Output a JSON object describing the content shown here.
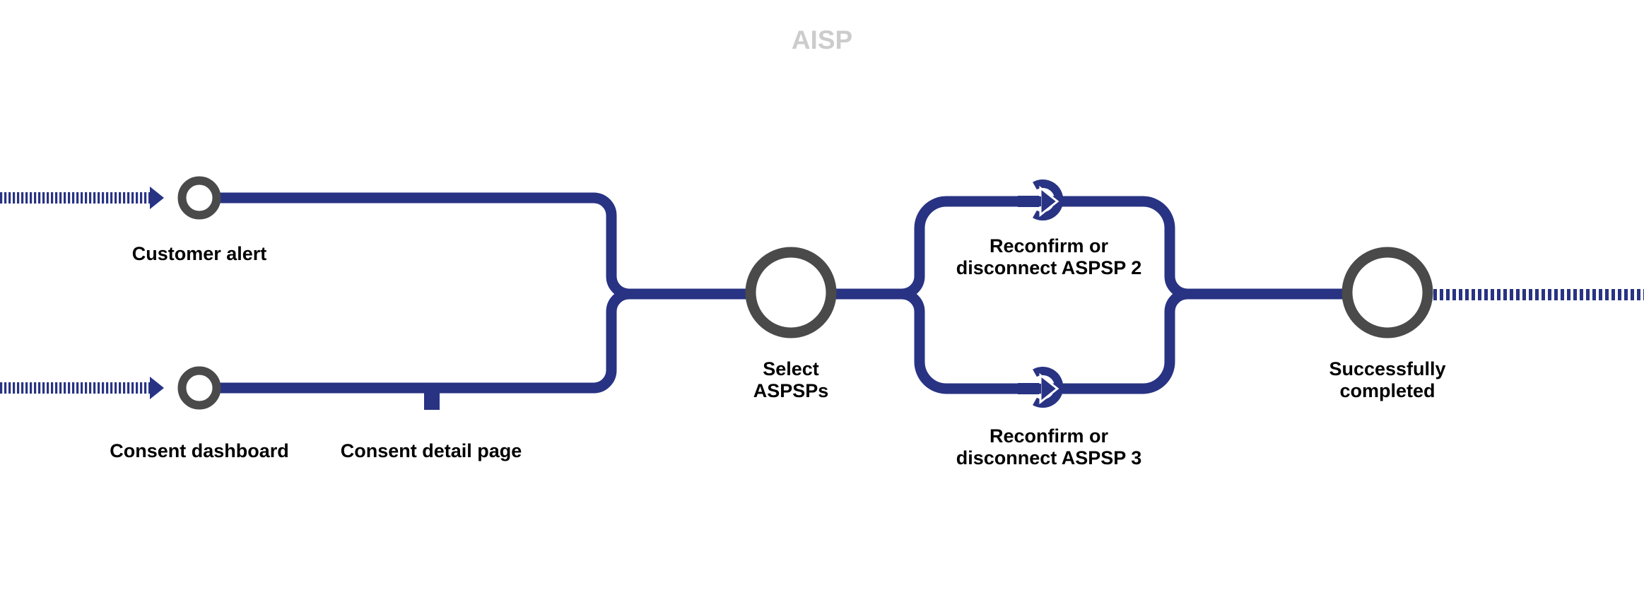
{
  "title": "AISP",
  "colors": {
    "line": "#283383",
    "station": "#4a4a4a",
    "title": "#cccccc",
    "text": "#000000"
  },
  "entry_points": [
    {
      "id": "customer-alert",
      "label": "Customer alert",
      "type": "origin-station",
      "incoming": "dashed-arrow"
    },
    {
      "id": "consent-dashboard",
      "label": "Consent dashboard",
      "type": "origin-station",
      "incoming": "dashed-arrow"
    }
  ],
  "stops": [
    {
      "id": "consent-detail-page",
      "label": "Consent detail page",
      "type": "tick-stop",
      "on": "consent-dashboard"
    }
  ],
  "stations": [
    {
      "id": "select-aspsps",
      "lines": [
        "Select",
        "ASPSPs"
      ],
      "type": "interchange-station"
    },
    {
      "id": "reconfirm-aspsp-2",
      "lines": [
        "Reconfirm or",
        "disconnect ASPSP 2"
      ],
      "type": "entry-arrow-station",
      "icon": "circle-arrow-in-icon"
    },
    {
      "id": "reconfirm-aspsp-3",
      "lines": [
        "Reconfirm or",
        "disconnect ASPSP 3"
      ],
      "type": "entry-arrow-station",
      "icon": "circle-arrow-in-icon"
    },
    {
      "id": "successfully-completed",
      "lines": [
        "Successfully",
        "completed"
      ],
      "type": "terminal-station",
      "outgoing": "dashed-line"
    }
  ]
}
